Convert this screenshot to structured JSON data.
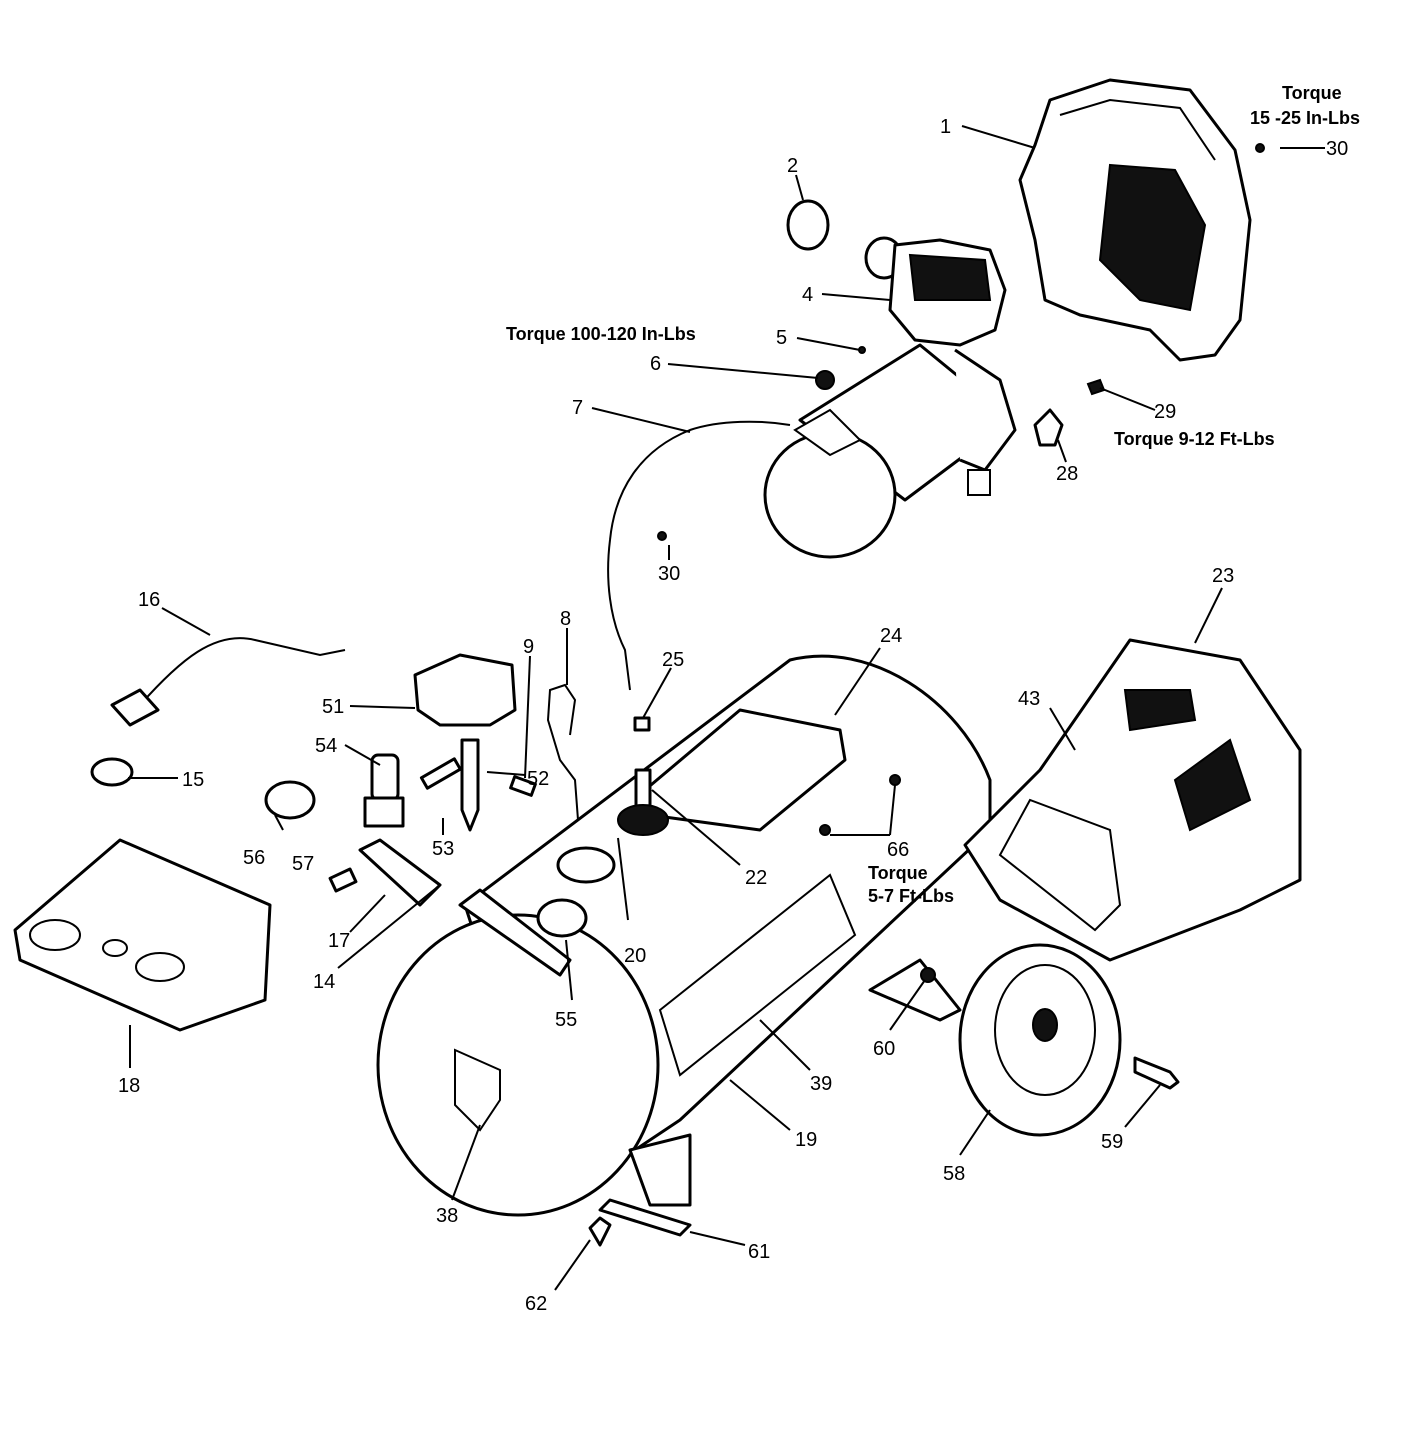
{
  "callouts": [
    {
      "id": "1",
      "text": "1"
    },
    {
      "id": "2",
      "text": "2"
    },
    {
      "id": "4",
      "text": "4"
    },
    {
      "id": "5",
      "text": "5"
    },
    {
      "id": "6",
      "text": "6"
    },
    {
      "id": "7",
      "text": "7"
    },
    {
      "id": "8",
      "text": "8"
    },
    {
      "id": "9",
      "text": "9"
    },
    {
      "id": "14",
      "text": "14"
    },
    {
      "id": "15",
      "text": "15"
    },
    {
      "id": "16",
      "text": "16"
    },
    {
      "id": "17",
      "text": "17"
    },
    {
      "id": "18",
      "text": "18"
    },
    {
      "id": "19",
      "text": "19"
    },
    {
      "id": "20",
      "text": "20"
    },
    {
      "id": "22",
      "text": "22"
    },
    {
      "id": "23",
      "text": "23"
    },
    {
      "id": "24",
      "text": "24"
    },
    {
      "id": "25",
      "text": "25"
    },
    {
      "id": "28",
      "text": "28"
    },
    {
      "id": "29",
      "text": "29"
    },
    {
      "id": "30a",
      "text": "30"
    },
    {
      "id": "30b",
      "text": "30"
    },
    {
      "id": "38",
      "text": "38"
    },
    {
      "id": "39",
      "text": "39"
    },
    {
      "id": "43",
      "text": "43"
    },
    {
      "id": "51",
      "text": "51"
    },
    {
      "id": "52",
      "text": "52"
    },
    {
      "id": "53",
      "text": "53"
    },
    {
      "id": "54",
      "text": "54"
    },
    {
      "id": "55",
      "text": "55"
    },
    {
      "id": "56",
      "text": "56"
    },
    {
      "id": "57",
      "text": "57"
    },
    {
      "id": "58",
      "text": "58"
    },
    {
      "id": "59",
      "text": "59"
    },
    {
      "id": "60",
      "text": "60"
    },
    {
      "id": "61",
      "text": "61"
    },
    {
      "id": "62",
      "text": "62"
    },
    {
      "id": "66",
      "text": "66"
    }
  ],
  "torque_notes": {
    "shroud_torque_line1": "Torque",
    "shroud_torque_line2": "15 -25 In-Lbs",
    "pump_torque": "Torque 100-120 In-Lbs",
    "bolt_torque": "Torque 9-12 Ft-Lbs",
    "bracket_torque_line1": "Torque",
    "bracket_torque_line2": "5-7 Ft-Lbs"
  }
}
